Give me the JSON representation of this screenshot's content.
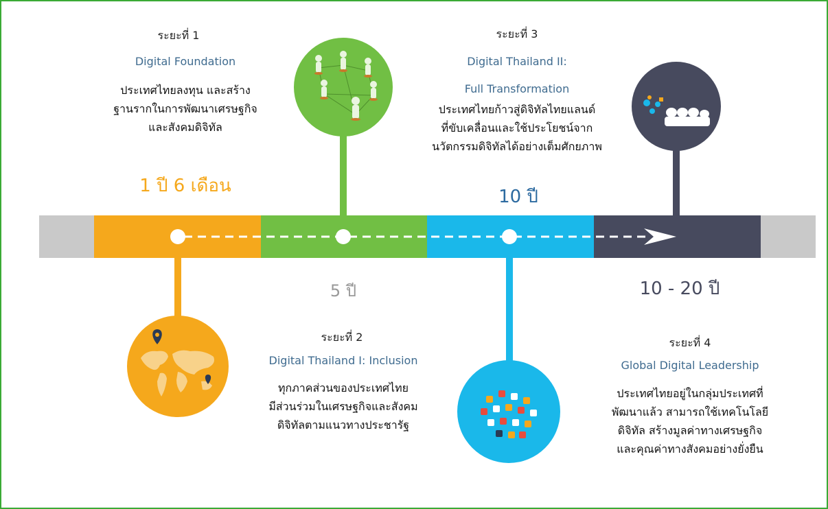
{
  "colors": {
    "phase1": "#f5a81c",
    "phase2": "#71bf44",
    "phase3": "#1ab8ea",
    "phase4": "#474a5e",
    "endcap": "#c9c9c9",
    "frame": "#3aaa35"
  },
  "phases": [
    {
      "title": "ระยะที่ 1",
      "name": [
        "Digital Foundation"
      ],
      "desc": [
        "ประเทศไทยลงทุน และสร้าง",
        "ฐานรากในการพัฒนาเศรษฐกิจ",
        "และสังคมดิจิทัล"
      ],
      "duration": "1 ปี 6 เดือน",
      "icon": "world-map-icon"
    },
    {
      "title": "ระยะที่ 2",
      "name": [
        "Digital Thailand I: Inclusion"
      ],
      "desc": [
        "ทุกภาคส่วนของประเทศไทย",
        "มีส่วนร่วมในเศรษฐกิจและสังคม",
        "ดิจิทัลตามแนวทางประชารัฐ"
      ],
      "duration": "5 ปี",
      "icon": "people-network-icon"
    },
    {
      "title": "ระยะที่ 3",
      "name": [
        "Digital Thailand II:",
        "Full Transformation"
      ],
      "desc": [
        "ประเทศไทยก้าวสู่ดิจิทัลไทยแลนด์",
        "ที่ขับเคลื่อนและใช้ประโยชน์จาก",
        "นวัตกรรมดิจิทัลได้อย่างเต็มศักยภาพ"
      ],
      "duration": "10 ปี",
      "icon": "digital-apps-icon"
    },
    {
      "title": "ระยะที่ 4",
      "name": [
        "Global Digital Leadership"
      ],
      "desc": [
        "ประเทศไทยอยู่ในกลุ่มประเทศที่",
        "พัฒนาแล้ว สามารถใช้เทคโนโลยี",
        "ดิจิทัล สร้างมูลค่าทางเศรษฐกิจ",
        "และคุณค่าทางสังคมอย่างยั่งยืน"
      ],
      "duration": "10 - 20 ปี",
      "icon": "global-leadership-icon"
    }
  ]
}
